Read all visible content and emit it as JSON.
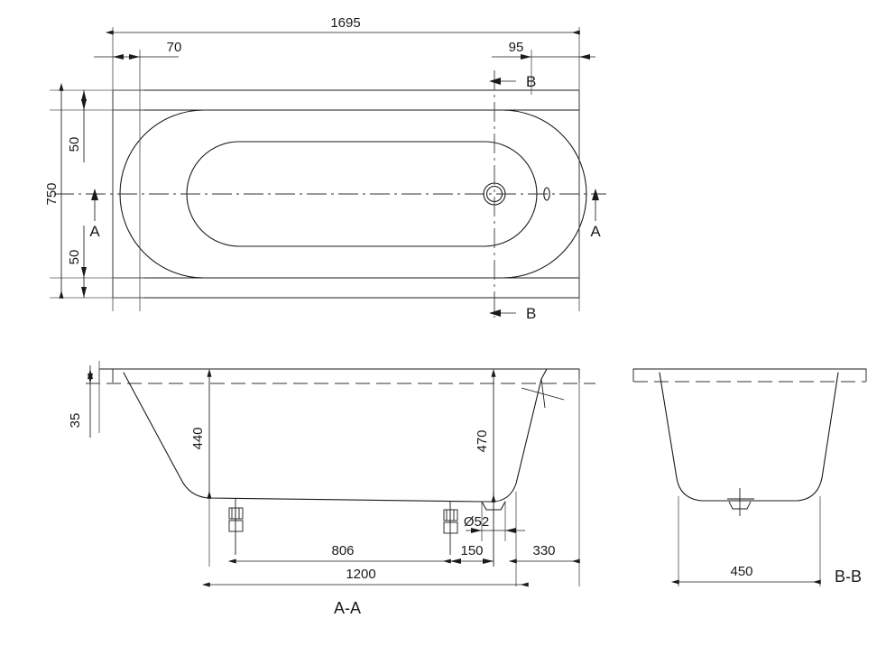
{
  "drawing": {
    "title": "bathtub-technical-drawing",
    "units": "mm",
    "line_color": "#1a1a1a",
    "background_color": "#ffffff"
  },
  "plan_view": {
    "name": "plan-view",
    "dimensions": {
      "overall_length": "1695",
      "overall_width": "750",
      "left_rim_offset": "70",
      "right_rim_offset": "95",
      "top_rim_offset": "50",
      "bottom_rim_offset": "50"
    },
    "section_marks": {
      "a_left": "A",
      "a_right": "A",
      "b_top": "B",
      "b_bottom": "B"
    }
  },
  "section_aa": {
    "name": "section-a-a",
    "label": "A-A",
    "dimensions": {
      "rim_thickness": "35",
      "depth_left": "440",
      "depth_right": "470",
      "drain_diameter": "Ø52",
      "foot_to_foot": "806",
      "overall_feet_span": "1200",
      "drain_offset": "150",
      "right_end": "330"
    }
  },
  "section_bb": {
    "name": "section-b-b",
    "label": "B-B",
    "dimensions": {
      "bottom_width": "450"
    }
  }
}
